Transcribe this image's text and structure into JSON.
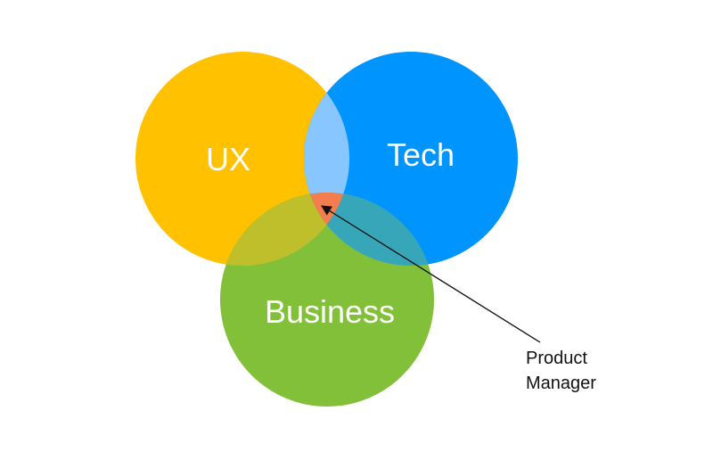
{
  "diagram": {
    "circles": [
      {
        "id": "ux",
        "label": "UX",
        "color": "#FFC100"
      },
      {
        "id": "tech",
        "label": "Tech",
        "color": "#0094FF"
      },
      {
        "id": "business",
        "label": "Business",
        "color": "#82C03A"
      }
    ],
    "overlaps": {
      "ux_tech": "#87C6FF",
      "ux_business": "#BFBF2C",
      "tech_business": "#37A6B9",
      "center": "#F47D4F"
    },
    "annotation": {
      "line1": "Product",
      "line2": "Manager"
    }
  }
}
